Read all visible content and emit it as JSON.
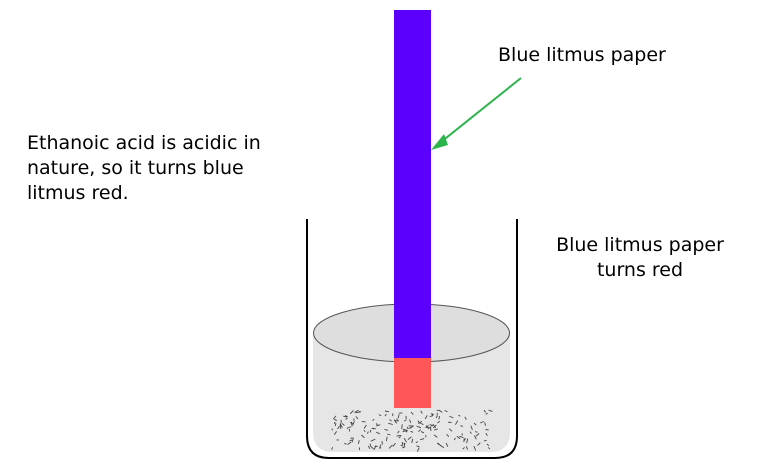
{
  "labels": {
    "paper_callout": "Blue litmus paper",
    "left_note": [
      "Ethanoic acid is acidic in",
      "nature, so it turns blue",
      "litmus red."
    ],
    "right_note": [
      "Blue litmus paper",
      "turns red"
    ]
  },
  "colors": {
    "litmus_blue": "#5b00ff",
    "litmus_red": "#ff5757",
    "arrow": "#2ab44a",
    "liquid": "#e6e6e6",
    "beaker_outline": "#000000"
  }
}
